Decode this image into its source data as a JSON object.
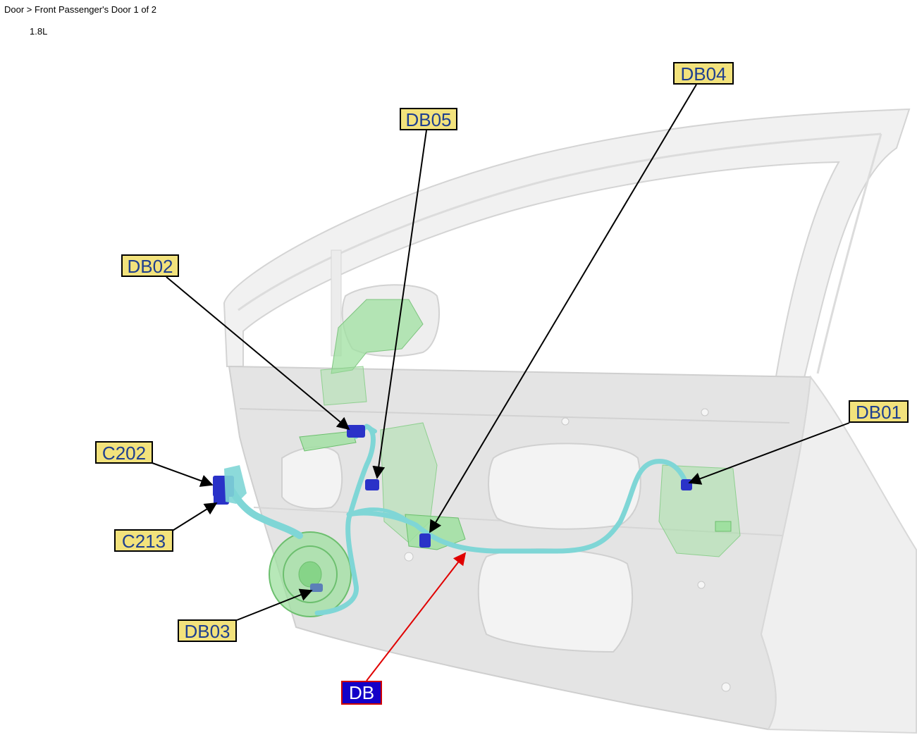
{
  "header": {
    "breadcrumb": "Door > Front Passenger's Door 1 of 2",
    "engine": "1.8L"
  },
  "callouts": {
    "db04": "DB04",
    "db05": "DB05",
    "db02": "DB02",
    "db01": "DB01",
    "c202": "C202",
    "c213": "C213",
    "db03": "DB03",
    "db": "DB"
  },
  "colors": {
    "label_fill": "#f2e27c",
    "label_text": "#1f3f8f",
    "main_label_fill": "#1400c8",
    "main_label_border": "#d00000",
    "harness": "#7fd6d6",
    "component": "#9fe0a0",
    "connector": "#2a32c8",
    "door_panel": "#e4e4e4"
  }
}
